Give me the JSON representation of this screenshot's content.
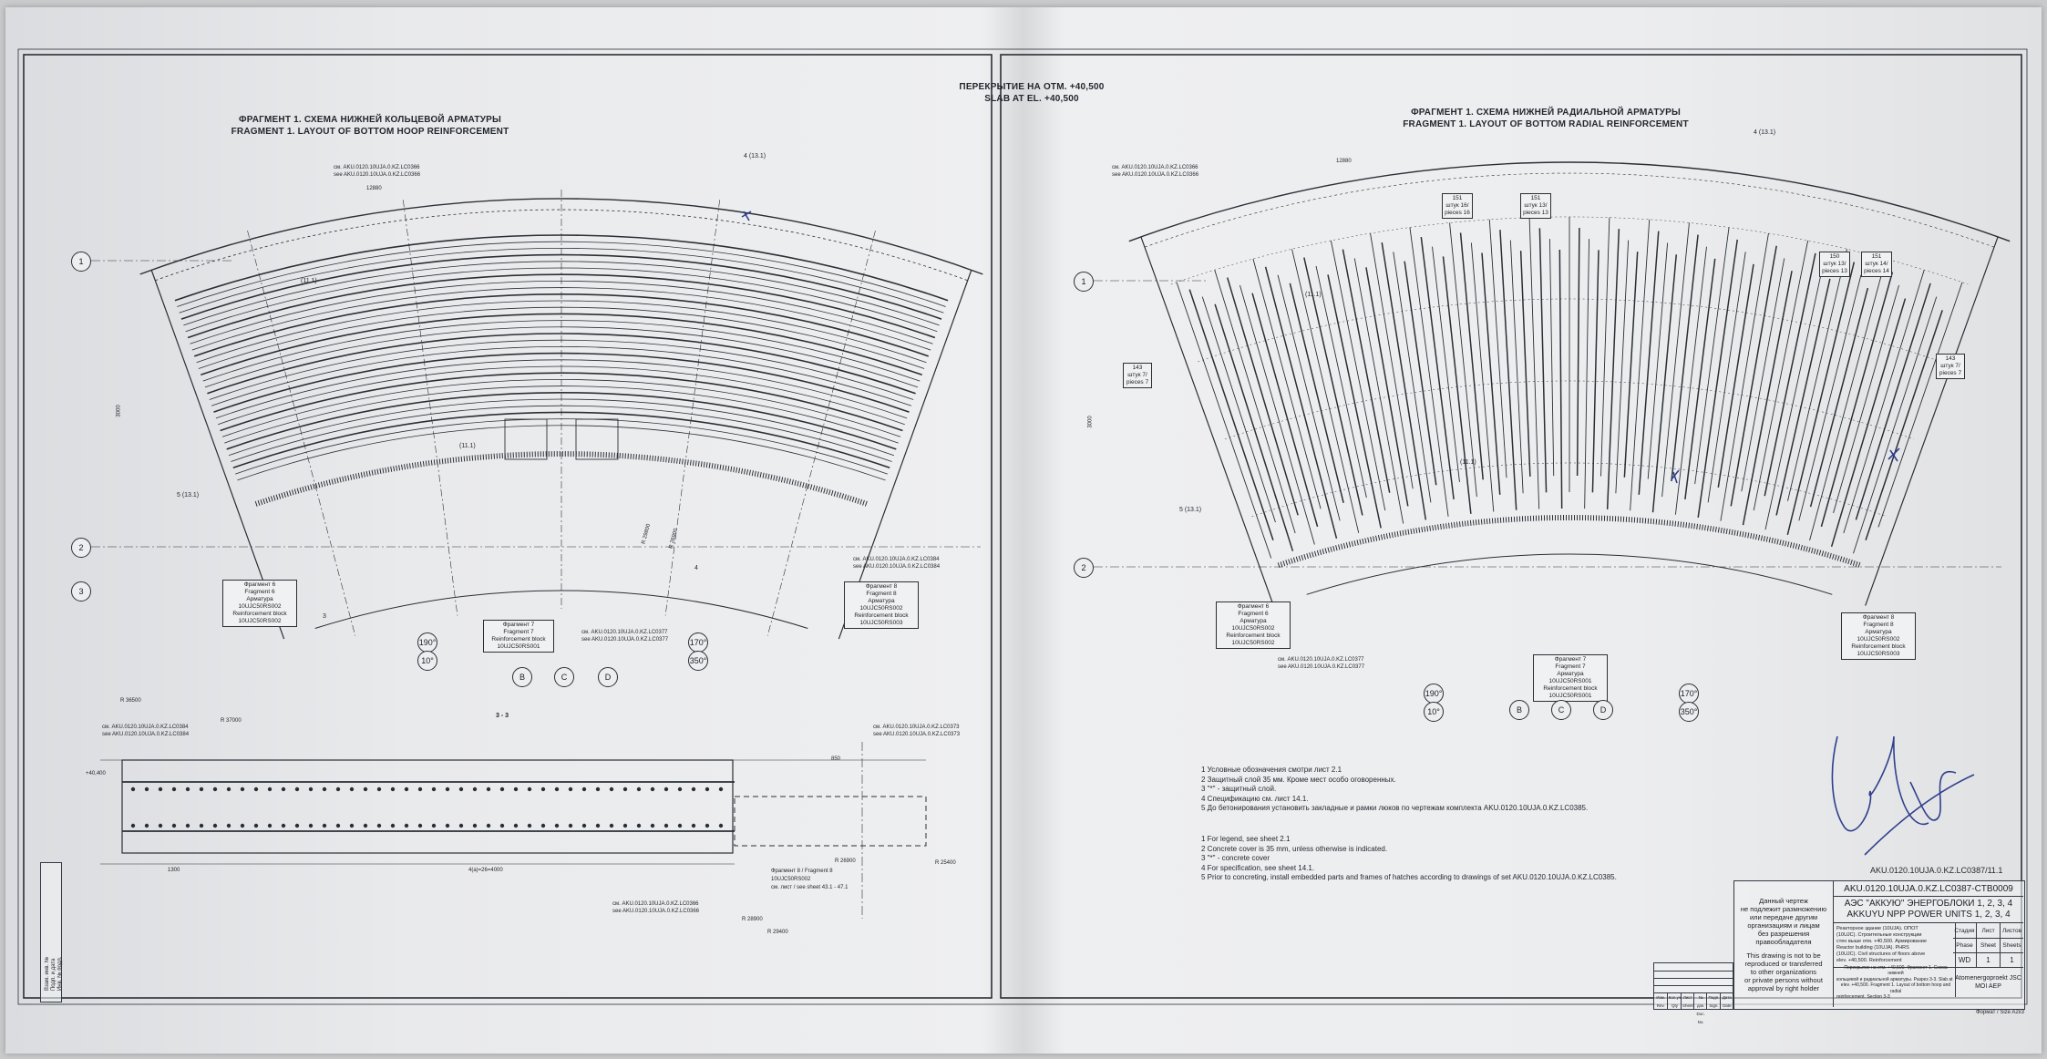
{
  "sheet_title": {
    "line1": "ПЕРЕКРЫТИЕ НА ОТМ. +40,500",
    "line2": "SLAB AT EL. +40,500"
  },
  "left_view": {
    "title_ru": "ФРАГМЕНТ 1. СХЕМА НИЖНЕЙ КОЛЬЦЕВОЙ АРМАТУРЫ",
    "title_en": "FRAGMENT 1. LAYOUT OF BOTTOM HOOP REINFORCEMENT",
    "ref_top": "4 (13.1)",
    "ref_left": "5 (13.1)",
    "ref_mid": "(11.1)",
    "ref_cut_left": "3",
    "ref_cut_right": "4",
    "dim_top": "12880",
    "dim_side": "3000",
    "dim_r1": "R 29800",
    "dim_r2": "R 26900",
    "callout_top": [
      "см. AKU.0120.10UJA.0.KZ.LC0366",
      "see AKU.0120.10UJA.0.KZ.LC0366"
    ],
    "callout_right": [
      "см. AKU.0120.10UJA.0.KZ.LC0384",
      "see AKU.0120.10UJA.0.KZ.LC0384"
    ],
    "callout_bottom": [
      "см. AKU.0120.10UJA.0.KZ.LC0377",
      "see AKU.0120.10UJA.0.KZ.LC0377"
    ],
    "frag_left": [
      "Фрагмент 6",
      "Fragment 6",
      "Арматура 10UJC50RS002",
      "Reinforcement block",
      "10UJC50RS002"
    ],
    "frag_mid": [
      "Фрагмент 7",
      "Fragment 7",
      "Reinforcement block",
      "10UJC50RS001"
    ],
    "frag_right": [
      "Фрагмент 8",
      "Fragment 8",
      "Арматура 10UJC50RS002",
      "Reinforcement block",
      "10UJC50RS003"
    ],
    "angle_left": "190°",
    "angle_left2": "10°",
    "angle_right": "170°",
    "angle_right2": "350°",
    "axis_1": "1",
    "axis_2": "2",
    "axis_3": "3",
    "axis_b": "B",
    "axis_c": "C",
    "axis_d": "D"
  },
  "right_view": {
    "title_ru": "ФРАГМЕНТ 1. СХЕМА НИЖНЕЙ РАДИАЛЬНОЙ АРМАТУРЫ",
    "title_en": "FRAGMENT 1. LAYOUT OF BOTTOM RADIAL REINFORCEMENT",
    "ref_top": "4 (13.1)",
    "ref_left": "5 (13.1)",
    "ref_mid": "(11.1)",
    "dim_top": "12880",
    "dim_side": "3000",
    "callout_top": [
      "см. AKU.0120.10UJA.0.KZ.LC0366",
      "see AKU.0120.10UJA.0.KZ.LC0366"
    ],
    "callout_bottom": [
      "см. AKU.0120.10UJA.0.KZ.LC0377",
      "see AKU.0120.10UJA.0.KZ.LC0377"
    ],
    "frag_left": [
      "Фрагмент 6",
      "Fragment 6",
      "Арматура 10UJC50RS002",
      "Reinforcement block",
      "10UJC50RS002"
    ],
    "frag_mid": [
      "Фрагмент 7",
      "Fragment 7",
      "Арматура 10UJC50RS001",
      "Reinforcement block",
      "10UJC50RS001"
    ],
    "frag_right": [
      "Фрагмент 8",
      "Fragment 8",
      "Арматура 10UJC50RS002",
      "Reinforcement block",
      "10UJC50RS003"
    ],
    "angle_left": "190°",
    "angle_left2": "10°",
    "angle_right": "170°",
    "angle_right2": "350°",
    "axis_1": "1",
    "axis_2": "2",
    "axis_b": "B",
    "axis_c": "C",
    "axis_d": "D",
    "boxes": [
      [
        "143",
        "штук 7/",
        "pieces 7"
      ],
      [
        "151",
        "штук 16/",
        "pieces 16"
      ],
      [
        "151",
        "штук 13/",
        "pieces 13"
      ],
      [
        "150",
        "штук 13/",
        "pieces 13"
      ],
      [
        "151",
        "штук 14/",
        "pieces 14"
      ],
      [
        "143",
        "штук 7/",
        "pieces 7"
      ]
    ]
  },
  "section": {
    "title": "3 - 3",
    "r1": "R 36500",
    "r2": "R 37000",
    "r3": "R 26900",
    "r4": "R 25400",
    "r5": "R 28900",
    "r6": "R 29400",
    "level": "+40,400",
    "callout_left": [
      "см. AKU.0120.10UJA.0.KZ.LC0384",
      "see AKU.0120.10UJA.0.KZ.LC0384"
    ],
    "callout_right": [
      "см. AKU.0120.10UJA.0.KZ.LC0373",
      "see AKU.0120.10UJA.0.KZ.LC0373"
    ],
    "callout_bottom": [
      "см. AKU.0120.10UJA.0.KZ.LC0366",
      "see AKU.0120.10UJA.0.KZ.LC0366"
    ],
    "frag_box": [
      "Фрагмент 8 / Fragment 8",
      "10UJC50RS002",
      "см. лист / see sheet 43.1 - 47.1"
    ],
    "dim_a": "1300",
    "dim_b": "4(a)=26=4000",
    "dim_c": "850"
  },
  "notes_ru": [
    "1 Условные обозначения смотри лист 2.1",
    "2 Защитный слой 35 мм. Кроме мест особо оговоренных.",
    "3 \"*\" - защитный слой.",
    "4 Спецификацию см. лист 14.1.",
    "5 До бетонирования установить закладные и рамки люков по чертежам комплекта AKU.0120.10UJA.0.KZ.LC0385."
  ],
  "notes_en": [
    "1 For legend, see sheet 2.1",
    "2 Concrete cover is 35 mm, unless otherwise is indicated.",
    "3 \"*\" - concrete cover",
    "4 For specification, see sheet 14.1.",
    "5 Prior to concreting, install embedded parts and frames of hatches according to drawings of set AKU.0120.10UJA.0.KZ.LC0385."
  ],
  "doc_code_outer": "AKU.0120.10UJA.0.KZ.LC0387/11.1",
  "title_block": {
    "doc_code": "AKU.0120.10UJA.0.KZ.LC0387-CTB0009",
    "project_ru": "АЭС \"АККУЮ\" ЭНЕРГОБЛОКИ 1, 2, 3, 4",
    "project_en": "AKKUYU NPP POWER UNITS 1, 2, 3, 4",
    "notice_ru": [
      "Данный чертеж",
      "не подлежит размножению",
      "или передаче другим",
      "организациям и лицам",
      "без разрешения",
      "правообладателя"
    ],
    "notice_en": [
      "This drawing is not to be",
      "reproduced or transferred",
      "to other organizations",
      "or private persons without",
      "approval by right holder"
    ],
    "building_desc": [
      "Реакторное здание (10UJA). ОПОТ",
      "(10UJC). Строительные конструкции",
      "стен выше отм. +40,500. Армирование",
      "Reactor building (10UJA). PHRS",
      "(10UJC). Civil structures of floors above",
      "elev. +40,500. Reinforcement"
    ],
    "sheet_desc": [
      "Перекрытие на отм. +40,500. Фрагмент 1. Схема нижней",
      "кольцевой и радиальной арматуры. Разрез 3-3. Slab at",
      "elev. +40,500. Fragment 1. Layout of bottom hoop and radial",
      "reinforcement. Section 3-3"
    ],
    "col_stage": "Стадия",
    "col_sheet": "Лист",
    "col_sheets": "Листов",
    "col_phase": "Phase",
    "col_sheet_en": "Sheet",
    "col_sheets_en": "Sheets",
    "val_phase": "WD",
    "val_sheet": "1",
    "val_sheets": "1",
    "org": [
      "Atomenergoproekt JSC",
      "MOI AEP"
    ],
    "format": "Формат / Size A2x3",
    "rev_cols": [
      "Изм.",
      "Кол.уч",
      "Лист",
      "№ док.",
      "Подп.",
      "Дата"
    ],
    "rev_cols_en": [
      "Rev.",
      "Qty",
      "Sheet",
      "Doc. No.",
      "Sign.",
      "Date"
    ]
  },
  "side_stamp": [
    "Взам. инв. №",
    "Подп. и дата",
    "Инв. № подл."
  ],
  "colors": {
    "ink": "#23272e",
    "pen_blue": "#2f3f8c",
    "paper": "#eceded"
  }
}
